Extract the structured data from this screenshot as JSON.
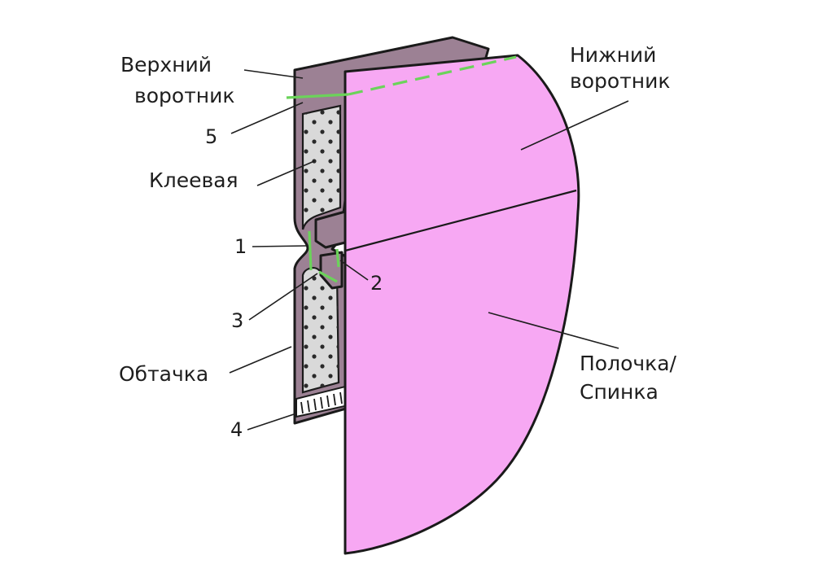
{
  "labels": {
    "upper_collar": [
      "Верхний",
      "воротник"
    ],
    "lower_collar": [
      "Нижний",
      "воротник"
    ],
    "interfacing": "Клеевая",
    "facing": "Обтачка",
    "front_back": [
      "Полочка/",
      "Спинка"
    ]
  },
  "callouts": {
    "n1": "1",
    "n2": "2",
    "n3": "3",
    "n4": "4",
    "n5": "5"
  },
  "colors": {
    "pink_fabric": "#f7a8f3",
    "mauve_fabric": "#9c8194",
    "interfacing_fill": "#d9d9d9",
    "stitch_green": "#6bd35a",
    "outline": "#1a1a1a",
    "text": "#1e1e1e"
  }
}
